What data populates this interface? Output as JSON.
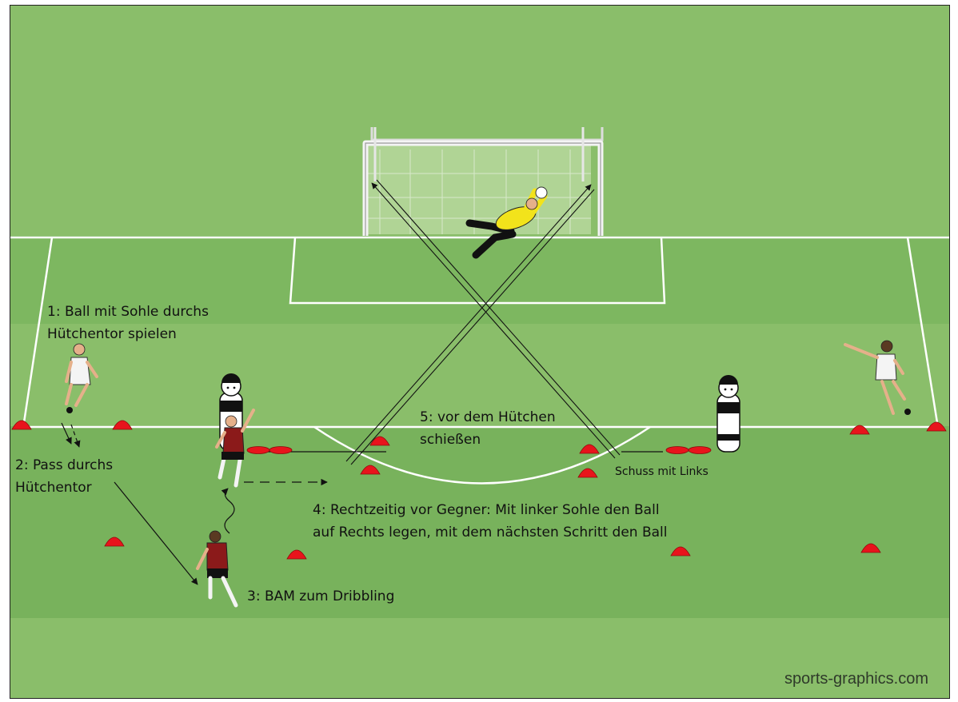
{
  "annotations": {
    "step1_line1": "1: Ball mit Sohle durchs",
    "step1_line2": "Hütchentor spielen",
    "step2_line1": "2: Pass durchs",
    "step2_line2": "Hütchentor",
    "step3": "3: BAM zum Dribbling",
    "step4_line1": "4: Rechtzeitig vor Gegner: Mit linker Sohle den Ball",
    "step4_line2": "auf Rechts legen, mit dem nächsten Schritt den Ball",
    "step5_line1": "5: vor dem Hütchen",
    "step5_line2": "schießen",
    "shot_left": "Schuss mit Links"
  },
  "watermark": "sports-graphics.com",
  "colors": {
    "grass_light": "#8abe6a",
    "grass_dark": "#78b25c",
    "line": "#ffffff",
    "cone": "#e8141c",
    "attacker_shirt": "#8b1a1a",
    "goalkeeper_shirt": "#f2e31b",
    "player_white": "#f4f4f4"
  },
  "icons": [
    "goal-icon",
    "goalkeeper-icon",
    "cone-icon",
    "dummy-mannequin-icon",
    "player-icon",
    "ball-icon"
  ]
}
